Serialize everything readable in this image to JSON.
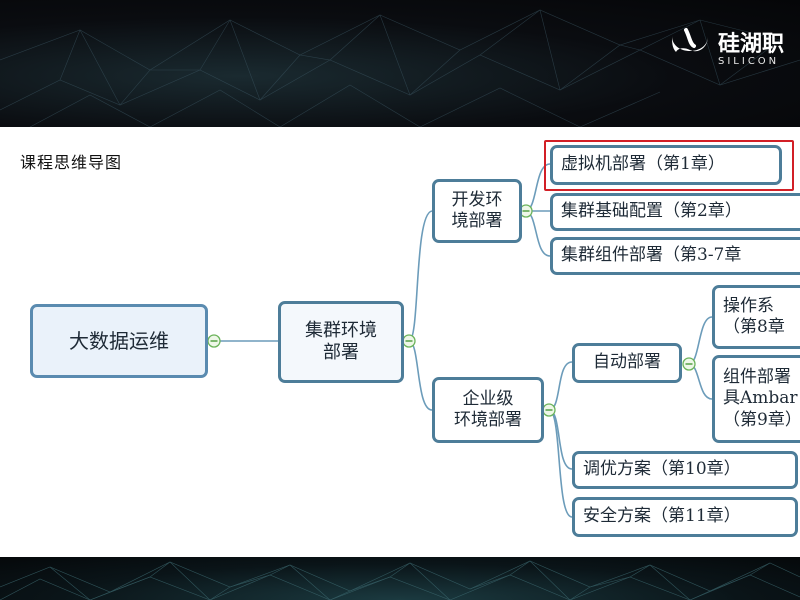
{
  "page_title": "课程思维导图",
  "brand": {
    "name_cn": "硅湖职",
    "name_en": "SILICON",
    "logo_icon": "brand-logo-icon"
  },
  "mindmap": {
    "root": "大数据运维",
    "level1": "集群环境部署",
    "branch_dev": {
      "label_line1": "开发环",
      "label_line2": "境部署",
      "children": [
        "虚拟机部署（第1章）",
        "集群基础配置（第2章）",
        "集群组件部署（第3-7章"
      ],
      "highlighted_child_index": 0
    },
    "branch_ent": {
      "label_line1": "企业级",
      "label_line2": "环境部署",
      "auto": {
        "label": "自动部署",
        "children": [
          {
            "line1": "操作系",
            "line2": "（第8章"
          },
          {
            "line1": "组件部署",
            "line2": "具Ambar",
            "line3": "（第9章）"
          }
        ]
      },
      "tuning": "调优方案（第10章）",
      "security": "安全方案（第11章）"
    }
  },
  "colors": {
    "node_border": "#4d7d99",
    "connector": "#6c9cba",
    "collapse_dot": "#7fc06b",
    "highlight": "#d21f26"
  }
}
